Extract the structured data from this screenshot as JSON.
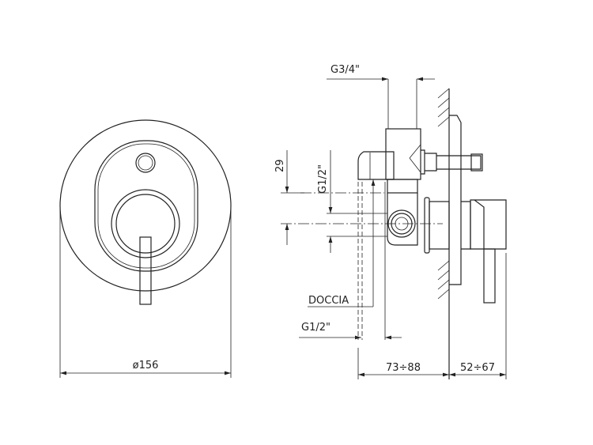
{
  "front_view": {
    "diameter_label": "ø156"
  },
  "side_view": {
    "top_connection_label": "G3/4\"",
    "vertical_offset_label": "29",
    "side_connection_label": "G1/2\"",
    "outlet_label": "DOCCIA",
    "outlet_thread_label": "G1/2\"",
    "depth_range_label": "73÷88",
    "projection_range_label": "52÷67"
  }
}
